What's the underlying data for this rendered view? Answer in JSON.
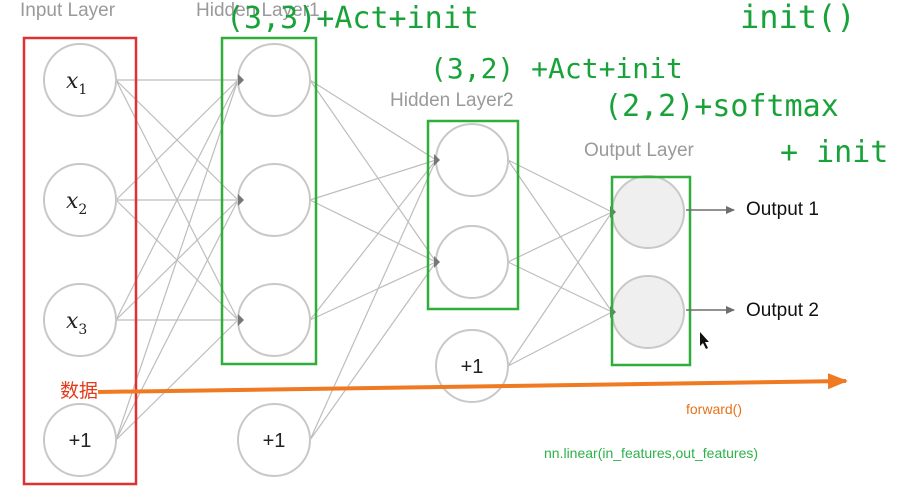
{
  "layers": {
    "input": "Input Layer",
    "hidden1": "Hidden Layer1",
    "hidden2": "Hidden Layer2",
    "output": "Output Layer"
  },
  "nodes": {
    "x1": "x",
    "x1_sub": "1",
    "x2": "x",
    "x2_sub": "2",
    "x3": "x",
    "x3_sub": "3",
    "bias": "+1"
  },
  "outputs": [
    "Output 1",
    "Output 2"
  ],
  "annotations": {
    "hidden1": "(3,3)+Act+init",
    "hidden2": "(3,2) +Act+init",
    "output": "(2,2)+softmax",
    "output_plus": "+ init",
    "init_call": "init()",
    "data_cn": "数据",
    "forward": "forward()",
    "linear": "nn.linear(in_features,out_features)"
  },
  "colors": {
    "input_box": "#e03131",
    "layer_box": "#2fae3c",
    "arrow": "#f07a22",
    "node_stroke": "#c8c8c8",
    "edge": "#bdbdbd"
  }
}
